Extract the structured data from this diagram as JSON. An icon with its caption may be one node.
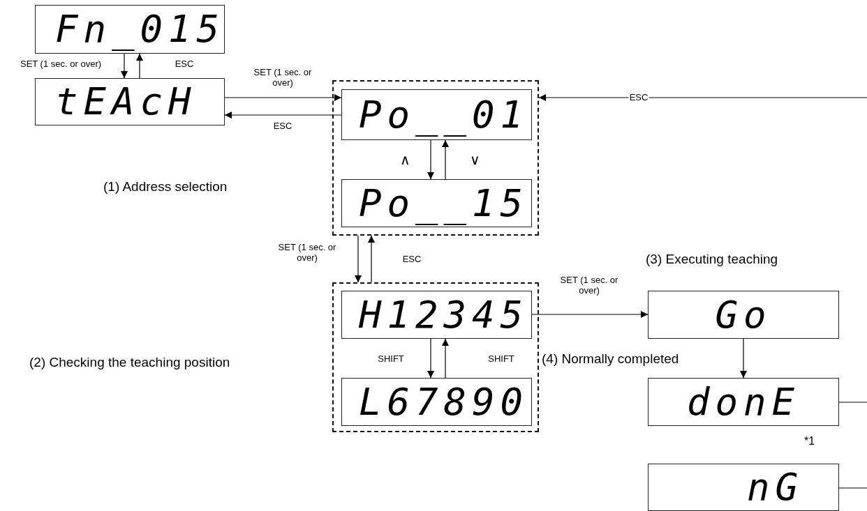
{
  "diagram": {
    "nodes": [
      {
        "text": [
          "Fn_015"
        ]
      },
      {
        "text": [
          "tEAcH"
        ]
      },
      {
        "text": [],
        "shape": "box"
      },
      {
        "text": [
          "Po__01"
        ],
        "in": 2
      },
      {
        "text": [
          "Po__15"
        ],
        "in": 2
      },
      {
        "text": [],
        "shape": "box"
      },
      {
        "text": [
          "H12345"
        ],
        "in": 5
      },
      {
        "text": [
          "L67890"
        ],
        "in": 5
      },
      {
        "text": [
          "Go"
        ]
      },
      {
        "text": [
          "donE"
        ]
      },
      {
        "text": [
          "nG"
        ]
      }
    ],
    "edges": [
      {
        "from": 0,
        "to": 1,
        "arrow": "to",
        "label": "SET (1 sec. or over)"
      },
      {
        "from": 1,
        "to": 0,
        "arrow": "to",
        "label": "ESC"
      },
      {
        "from": 1,
        "to": 3,
        "arrow": "to",
        "label": "SET (1 sec. or over)"
      },
      {
        "from": 3,
        "to": 1,
        "arrow": "to",
        "label": "ESC"
      },
      {
        "from": 3,
        "to": 4,
        "arrow": "to",
        "label": "∧"
      },
      {
        "from": 4,
        "to": 3,
        "arrow": "to",
        "label": "∨"
      },
      {
        "from": 2,
        "to": 5,
        "arrow": "to",
        "label": "SET (1 sec. or over)"
      },
      {
        "from": 5,
        "to": 2,
        "arrow": "to",
        "label": "ESC"
      },
      {
        "from": 6,
        "to": 7,
        "arrow": "to",
        "label": "SHIFT"
      },
      {
        "from": 7,
        "to": 6,
        "arrow": "to",
        "label": "SHIFT"
      },
      {
        "from": 6,
        "to": 8,
        "arrow": "to",
        "label": "SET (1 sec. or over)"
      },
      {
        "from": 8,
        "to": 9,
        "arrow": "to"
      },
      {
        "from": null,
        "to": 2,
        "arrow": "to",
        "label": "ESC"
      },
      {
        "from": 9,
        "to": null,
        "arrow": "none"
      },
      {
        "from": 10,
        "to": null,
        "arrow": "none"
      }
    ],
    "labels": [
      "(1) Address selection",
      "(3) Executing teaching",
      "(2) Checking the teaching position",
      "(4) Normally completed",
      "*1"
    ]
  }
}
